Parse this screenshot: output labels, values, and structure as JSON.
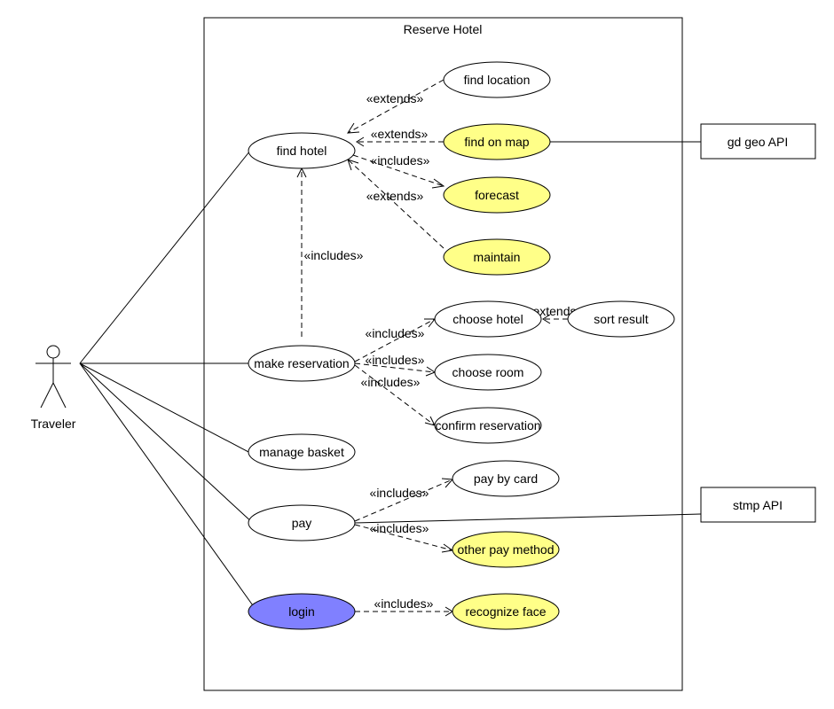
{
  "system_title": "Reserve Hotel",
  "actor": {
    "name": "Traveler"
  },
  "external_systems": {
    "geo": "gd geo API",
    "smtp": "stmp API"
  },
  "colors": {
    "default": "#ffffff",
    "highlight": "#ffff88",
    "login": "#8080ff"
  },
  "use_cases": {
    "find_hotel": "find hotel",
    "find_location": "find location",
    "find_on_map": "find on map",
    "forecast": "forecast",
    "maintain": "maintain",
    "make_reservation": "make reservation",
    "choose_hotel": "choose hotel",
    "sort_result": "sort result",
    "choose_room": "choose room",
    "confirm_reservation": "confirm reservation",
    "manage_basket": "manage basket",
    "pay": "pay",
    "pay_by_card": "pay by card",
    "other_pay_method": "other pay method",
    "login": "login",
    "recognize_face": "recognize face"
  },
  "relationships": {
    "extends": "«extends»",
    "includes": "«includes»"
  }
}
